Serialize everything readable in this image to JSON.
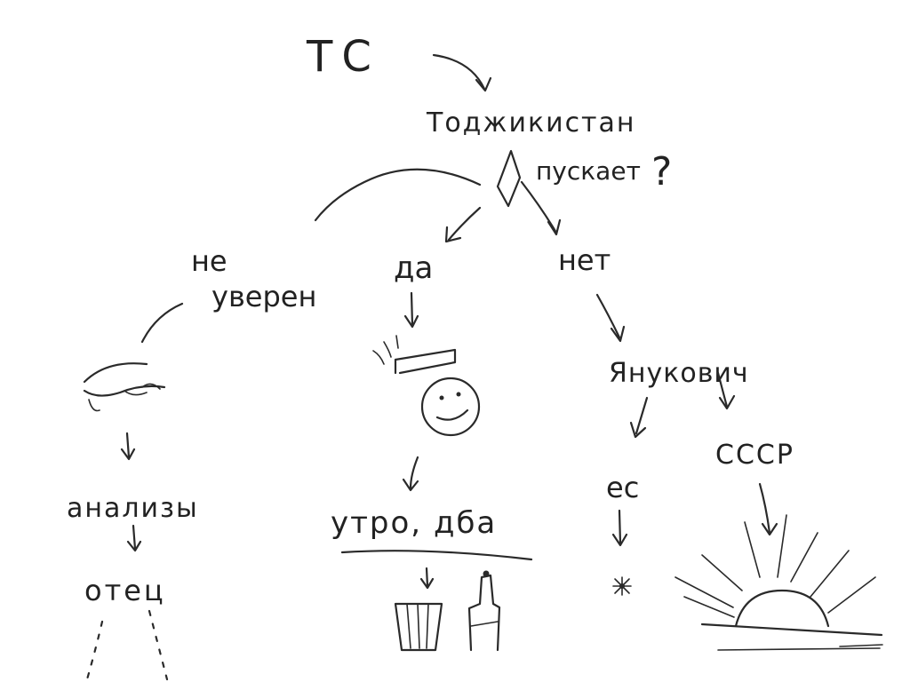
{
  "nodes": {
    "root": "ТС",
    "country": "Тоджикистан",
    "question": "пускает",
    "question_mark": "?",
    "unsure": "не уверен",
    "yes": "да",
    "no": "нет",
    "analyses": "анализы",
    "father": "отец",
    "morning": "утро, ",
    "morning_2": "дба",
    "yanukovich": "Янукович",
    "eu": "ес",
    "ussr": "СССР"
  },
  "colors": {
    "ink": "#2a2a2a",
    "background": "#ffffff"
  }
}
